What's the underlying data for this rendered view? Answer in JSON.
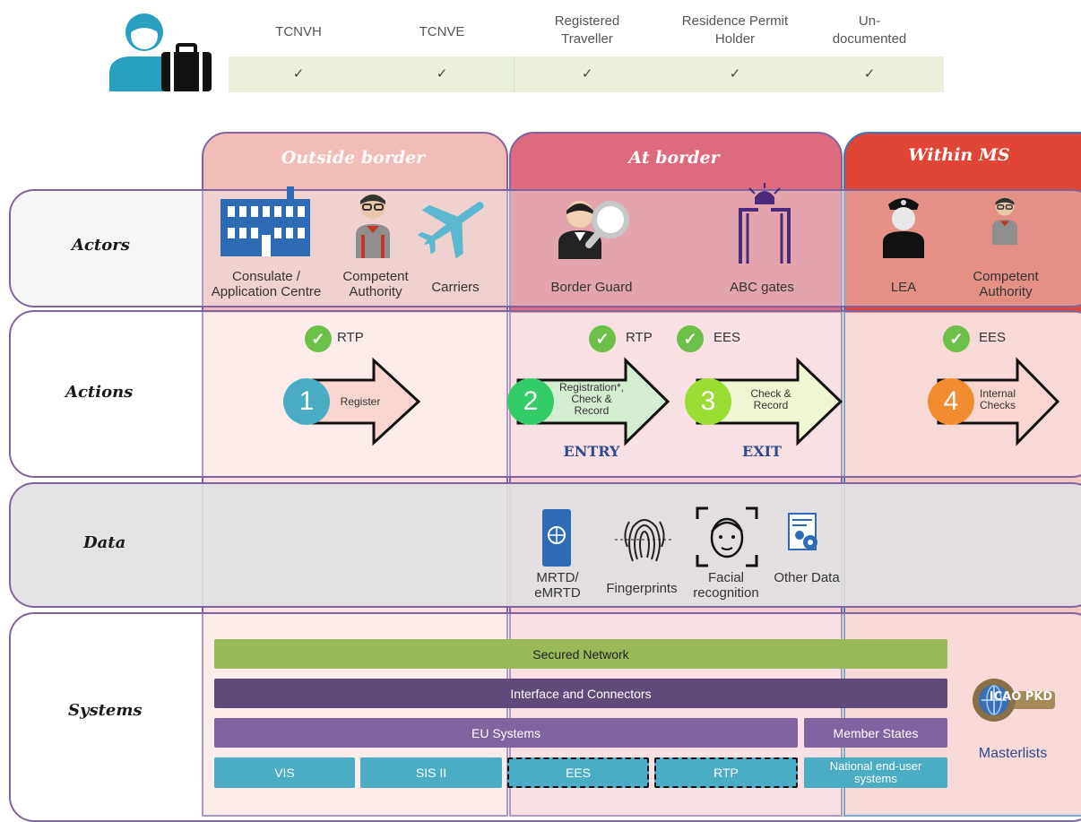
{
  "traveller_categories": [
    {
      "label": "TCNVH",
      "check": "✓"
    },
    {
      "label": "TCNVE",
      "check": "✓"
    },
    {
      "label": "Registered Traveller",
      "check": "✓"
    },
    {
      "label": "Residence Permit Holder",
      "check": "✓"
    },
    {
      "label": "Un-documented",
      "check": "✓"
    }
  ],
  "zones": {
    "outside": "Outside border",
    "at": "At border",
    "within": "Within MS"
  },
  "rows": {
    "actors": "Actors",
    "actions": "Actions",
    "data": "Data",
    "systems": "Systems"
  },
  "actors": {
    "consulate": "Consulate / Application Centre",
    "competent_outside": "Competent Authority",
    "carriers": "Carriers",
    "border_guard": "Border Guard",
    "abc_gates": "ABC gates",
    "lea": "LEA",
    "competent_within": "Competent Authority"
  },
  "actions": {
    "step1": {
      "num": "1",
      "label": "Register",
      "badges": [
        "RTP"
      ]
    },
    "step2": {
      "num": "2",
      "label": "Registration*, Check & Record",
      "badges": [
        "RTP"
      ]
    },
    "step3": {
      "num": "3",
      "label": "Check & Record",
      "badges": [
        "EES"
      ]
    },
    "step4": {
      "num": "4",
      "label": "Internal Checks",
      "badges": [
        "EES"
      ]
    },
    "entry": "ENTRY",
    "exit": "EXIT",
    "check_mark": "✓"
  },
  "data_items": {
    "mrtd": "MRTD/ eMRTD",
    "fingerprints": "Fingerprints",
    "facial": "Facial recognition",
    "other": "Other Data"
  },
  "systems": {
    "secured_network": "Secured Network",
    "interface": "Interface and Connectors",
    "eu_systems": "EU Systems",
    "member_states": "Member States",
    "vis": "VIS",
    "sis": "SIS II",
    "ees": "EES",
    "rtp": "RTP",
    "national": "National end-user systems",
    "icao_logo": "ICAO PKD",
    "masterlists": "Masterlists"
  },
  "colors": {
    "outside": "#f2bcb8",
    "at": "#dd6b7d",
    "within": "#e04535",
    "green_net": "#9aba59",
    "interface": "#604a7b",
    "eu": "#8064a2",
    "teal": "#4bacc6",
    "step1": "#4bacc6",
    "step2": "#33cc66",
    "step3": "#99dd33",
    "step4": "#f28c30"
  }
}
